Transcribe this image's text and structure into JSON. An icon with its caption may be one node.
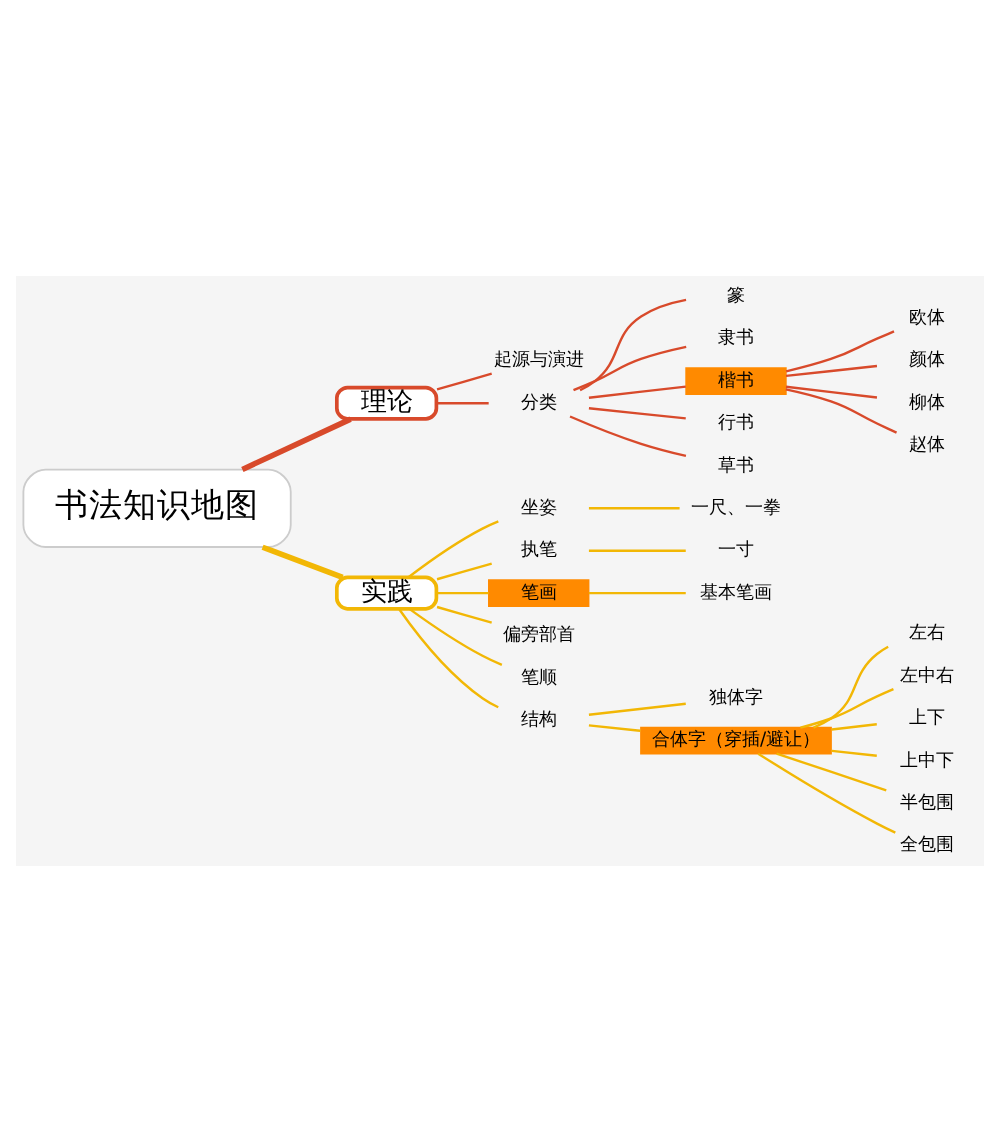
{
  "diagram": {
    "nodes": [
      {
        "text": [
          "书法知识地图"
        ]
      },
      {
        "text": [
          "理论"
        ]
      },
      {
        "text": [
          "起源与演进"
        ]
      },
      {
        "text": [
          "分类"
        ]
      },
      {
        "text": [
          "篆"
        ]
      },
      {
        "text": [
          "隶书"
        ]
      },
      {
        "text": [
          "楷书"
        ]
      },
      {
        "text": [
          "欧体"
        ]
      },
      {
        "text": [
          "颜体"
        ]
      },
      {
        "text": [
          "柳体"
        ]
      },
      {
        "text": [
          "赵体"
        ]
      },
      {
        "text": [
          "行书"
        ]
      },
      {
        "text": [
          "草书"
        ]
      },
      {
        "text": [
          "实践"
        ]
      },
      {
        "text": [
          "坐姿"
        ]
      },
      {
        "text": [
          "一尺、一拳"
        ]
      },
      {
        "text": [
          "执笔"
        ]
      },
      {
        "text": [
          "一寸"
        ]
      },
      {
        "text": [
          "笔画"
        ]
      },
      {
        "text": [
          "基本笔画"
        ]
      },
      {
        "text": [
          "偏旁部首"
        ]
      },
      {
        "text": [
          "笔顺"
        ]
      },
      {
        "text": [
          "结构"
        ]
      },
      {
        "text": [
          "独体字"
        ]
      },
      {
        "text": [
          "合体字（穿插/避让）"
        ]
      },
      {
        "text": [
          "左右"
        ]
      },
      {
        "text": [
          "左中右"
        ]
      },
      {
        "text": [
          "上下"
        ]
      },
      {
        "text": [
          "上中下"
        ]
      },
      {
        "text": [
          "半包围"
        ]
      },
      {
        "text": [
          "全包围"
        ]
      }
    ],
    "edges": [
      {
        "from": 0,
        "to": 1,
        "arrow": "none",
        "style": "thick",
        "color": "#d84a2b"
      },
      {
        "from": 1,
        "to": 2,
        "arrow": "none",
        "color": "#d84a2b"
      },
      {
        "from": 1,
        "to": 3,
        "arrow": "none",
        "color": "#d84a2b"
      },
      {
        "from": 3,
        "to": 4,
        "arrow": "none",
        "color": "#d84a2b"
      },
      {
        "from": 3,
        "to": 5,
        "arrow": "none",
        "color": "#d84a2b"
      },
      {
        "from": 3,
        "to": 6,
        "arrow": "none",
        "color": "#d84a2b"
      },
      {
        "from": 6,
        "to": 7,
        "arrow": "none",
        "color": "#d84a2b"
      },
      {
        "from": 6,
        "to": 8,
        "arrow": "none",
        "color": "#d84a2b"
      },
      {
        "from": 6,
        "to": 9,
        "arrow": "none",
        "color": "#d84a2b"
      },
      {
        "from": 6,
        "to": 10,
        "arrow": "none",
        "color": "#d84a2b"
      },
      {
        "from": 3,
        "to": 11,
        "arrow": "none",
        "color": "#d84a2b"
      },
      {
        "from": 3,
        "to": 12,
        "arrow": "none",
        "color": "#d84a2b"
      },
      {
        "from": 0,
        "to": 13,
        "arrow": "none",
        "style": "thick"
      },
      {
        "from": 13,
        "to": 14,
        "arrow": "none"
      },
      {
        "from": 14,
        "to": 15,
        "arrow": "none"
      },
      {
        "from": 13,
        "to": 16,
        "arrow": "none"
      },
      {
        "from": 16,
        "to": 17,
        "arrow": "none"
      },
      {
        "from": 13,
        "to": 18,
        "arrow": "none"
      },
      {
        "from": 18,
        "to": 19,
        "arrow": "none"
      },
      {
        "from": 13,
        "to": 20,
        "arrow": "none"
      },
      {
        "from": 13,
        "to": 21,
        "arrow": "none"
      },
      {
        "from": 13,
        "to": 22,
        "arrow": "none"
      },
      {
        "from": 22,
        "to": 23,
        "arrow": "none"
      },
      {
        "from": 22,
        "to": 24,
        "arrow": "none"
      },
      {
        "from": 24,
        "to": 25,
        "arrow": "none"
      },
      {
        "from": 24,
        "to": 26,
        "arrow": "none"
      },
      {
        "from": 24,
        "to": 27,
        "arrow": "none"
      },
      {
        "from": 24,
        "to": 28,
        "arrow": "none"
      },
      {
        "from": 24,
        "to": 29,
        "arrow": "none"
      },
      {
        "from": 24,
        "to": 30,
        "arrow": "none"
      }
    ]
  }
}
